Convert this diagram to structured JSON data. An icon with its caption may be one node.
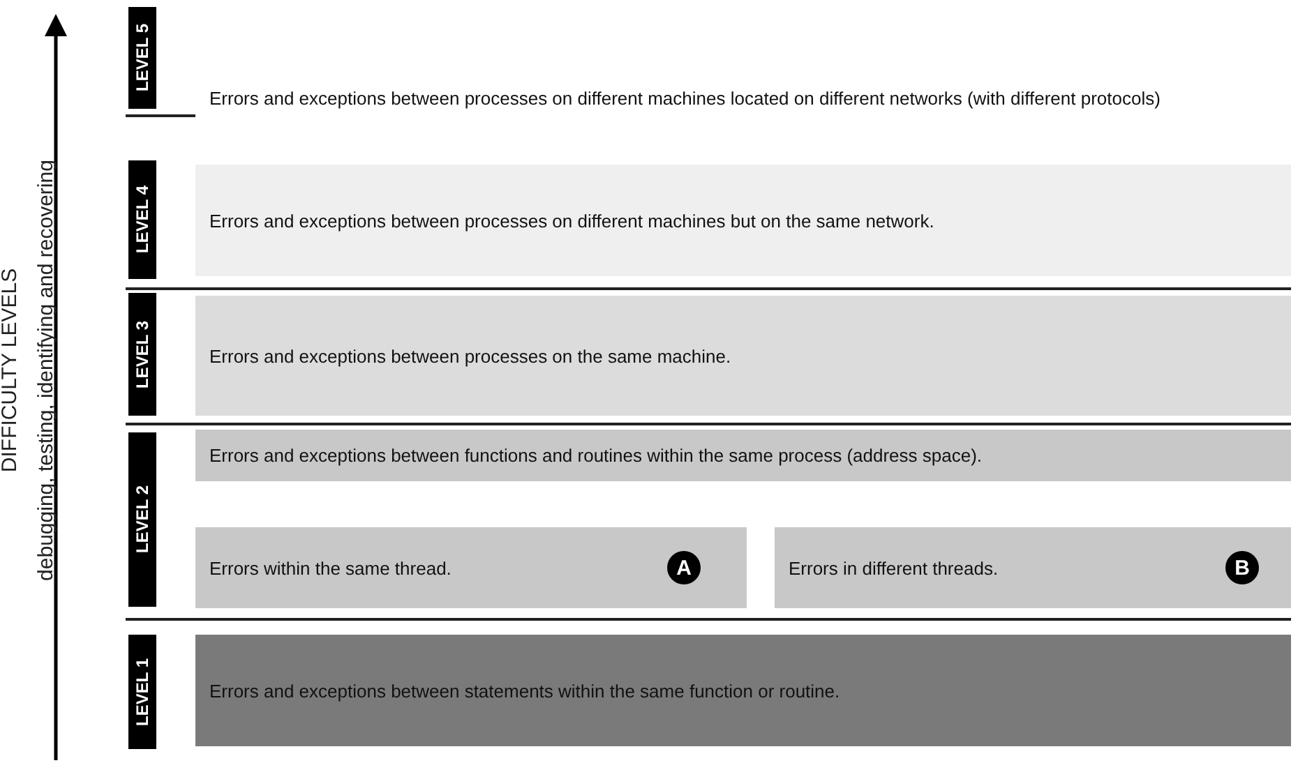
{
  "diagram": {
    "nodes": [
      {
        "text": [
          "LEVEL 5"
        ]
      },
      {
        "text": [
          "Errors and exceptions between processes on different machines located on different networks (with different protocols)"
        ]
      },
      {
        "text": [
          "LEVEL 4"
        ]
      },
      {
        "text": [
          "Errors and exceptions between processes on different machines but on the same network."
        ]
      },
      {
        "text": [
          "LEVEL 3"
        ]
      },
      {
        "text": [
          "Errors and exceptions between processes on the same machine."
        ]
      },
      {
        "text": [
          "LEVEL 2"
        ]
      },
      {
        "text": [
          "Errors and exceptions between functions and routines within the same process (address space)."
        ]
      },
      {
        "text": [
          "Errors within the same thread."
        ]
      },
      {
        "text": [
          "A"
        ],
        "in": 8
      },
      {
        "text": [
          "Errors in different threads."
        ]
      },
      {
        "text": [
          "B"
        ],
        "in": 10
      },
      {
        "text": [
          "LEVEL 1"
        ]
      },
      {
        "text": [
          "Errors and exceptions between statements within the same function or routine."
        ]
      }
    ],
    "labels": [
      "DIFFICULTY LEVELS",
      "debugging, testing, identifying and recovering"
    ]
  }
}
